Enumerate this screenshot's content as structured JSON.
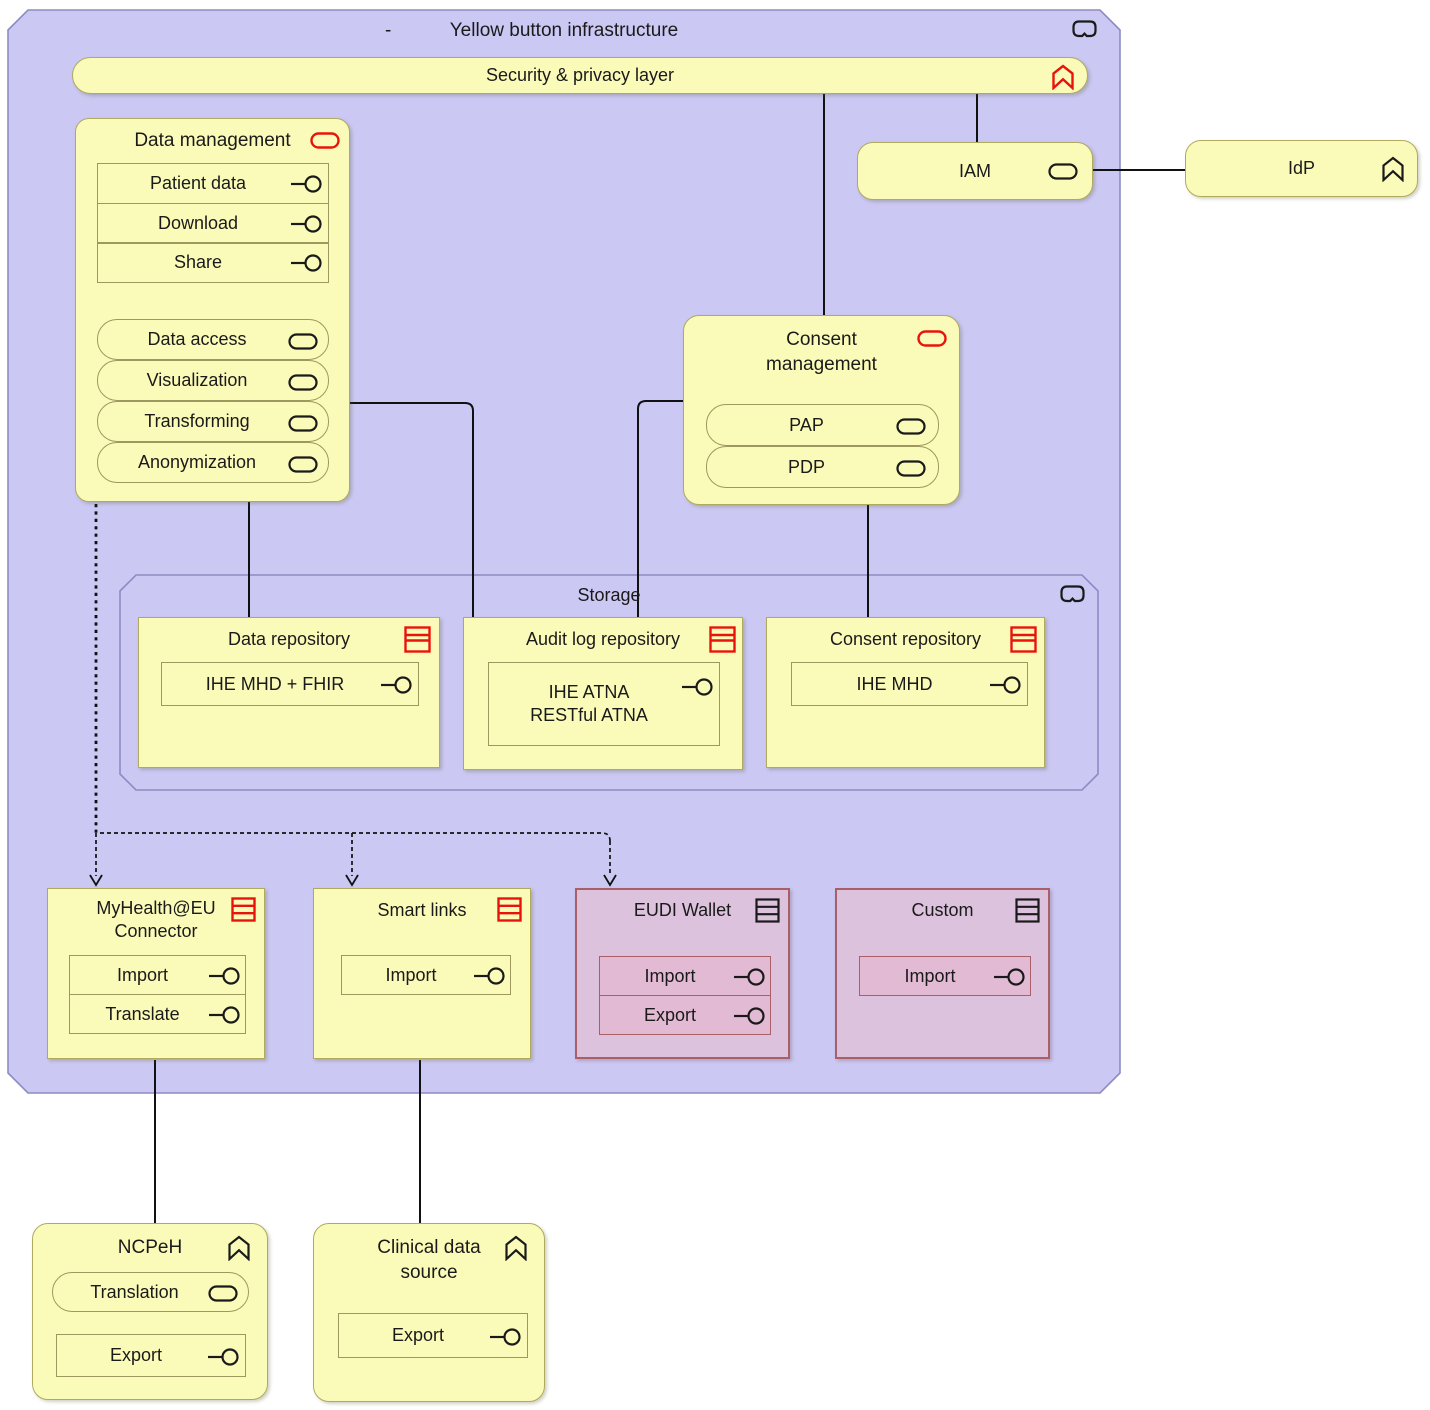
{
  "colors": {
    "container_fill": "#cbc8f3",
    "container_border": "#8e8bc2",
    "element_fill": "#fbfbb9",
    "element_border": "#afaa60",
    "pink_fill": "#dcc2dd",
    "pink_item_fill": "#e3bad4",
    "pink_border": "#a95f68",
    "accent_red": "#e8140c",
    "line": "#1a1a1a"
  },
  "diagram": {
    "collapse_indicator": "-",
    "title": "Yellow button infrastructure",
    "security_layer": {
      "label": "Security & privacy layer"
    },
    "data_management": {
      "title": "Data management",
      "interfaces": [
        "Patient data",
        "Download",
        "Share"
      ],
      "services": [
        "Data access",
        "Visualization",
        "Transforming",
        "Anonymization"
      ]
    },
    "iam": {
      "label": "IAM"
    },
    "idp": {
      "label": "IdP"
    },
    "consent_management": {
      "title_line1": "Consent",
      "title_line2": "management",
      "services": [
        "PAP",
        "PDP"
      ]
    },
    "storage": {
      "title": "Storage",
      "data_repository": {
        "title": "Data repository",
        "interface": "IHE MHD + FHIR"
      },
      "audit_repository": {
        "title": "Audit log repository",
        "interface_line1": "IHE ATNA",
        "interface_line2": "RESTful ATNA"
      },
      "consent_repository": {
        "title": "Consent repository",
        "interface": "IHE MHD"
      }
    },
    "myhealth": {
      "title_line1": "MyHealth@EU",
      "title_line2": "Connector",
      "interfaces": [
        "Import",
        "Translate"
      ]
    },
    "smart_links": {
      "title": "Smart links",
      "interfaces": [
        "Import"
      ]
    },
    "eudi_wallet": {
      "title": "EUDI Wallet",
      "interfaces": [
        "Import",
        "Export"
      ]
    },
    "custom": {
      "title": "Custom",
      "interfaces": [
        "Import"
      ]
    },
    "ncpeh": {
      "title": "NCPeH",
      "service": "Translation",
      "interface": "Export"
    },
    "clinical_source": {
      "title_line1": "Clinical data",
      "title_line2": "source",
      "interface": "Export"
    }
  }
}
